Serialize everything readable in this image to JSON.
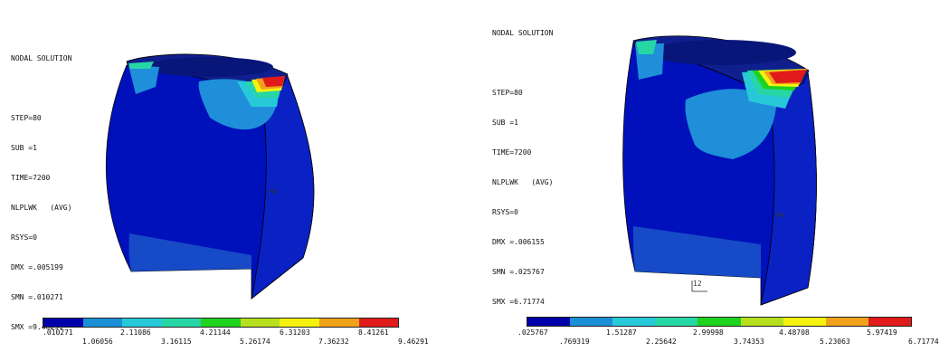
{
  "palette": [
    "#0000a8",
    "#1b8fd6",
    "#27c9d9",
    "#27d6a5",
    "#1ed21e",
    "#b6e01d",
    "#f5f20f",
    "#f0a21a",
    "#e11a1a"
  ],
  "left": {
    "lines": [
      "NODAL SOLUTION",
      "",
      "STEP=80",
      "SUB =1",
      "TIME=7200",
      "NLPLWK   (AVG)",
      "RSYS=0",
      "DMX =.005199",
      "SMN =.010271",
      "SMX =9.46291"
    ],
    "ticks_top": [
      ".010271",
      "2.11086",
      "4.21144",
      "6.31203",
      "8.41261"
    ],
    "ticks_bottom": [
      "1.06056",
      "3.16115",
      "5.26174",
      "7.36232",
      "9.46291"
    ],
    "side_mark": "MX"
  },
  "right": {
    "lines": [
      "NODAL SOLUTION",
      "",
      "STEP=80",
      "SUB =1",
      "TIME=7200",
      "NLPLWK   (AVG)",
      "RSYS=0",
      "DMX =.006155",
      "SMN =.025767",
      "SMX =6.71774"
    ],
    "ticks_top": [
      ".025767",
      "1.51287",
      "2.99998",
      "4.48708",
      "5.97419"
    ],
    "ticks_bottom": [
      ".769319",
      "2.25642",
      "3.74353",
      "5.23063",
      "6.71774"
    ],
    "side_mark": "MN",
    "axis_label": "12"
  }
}
